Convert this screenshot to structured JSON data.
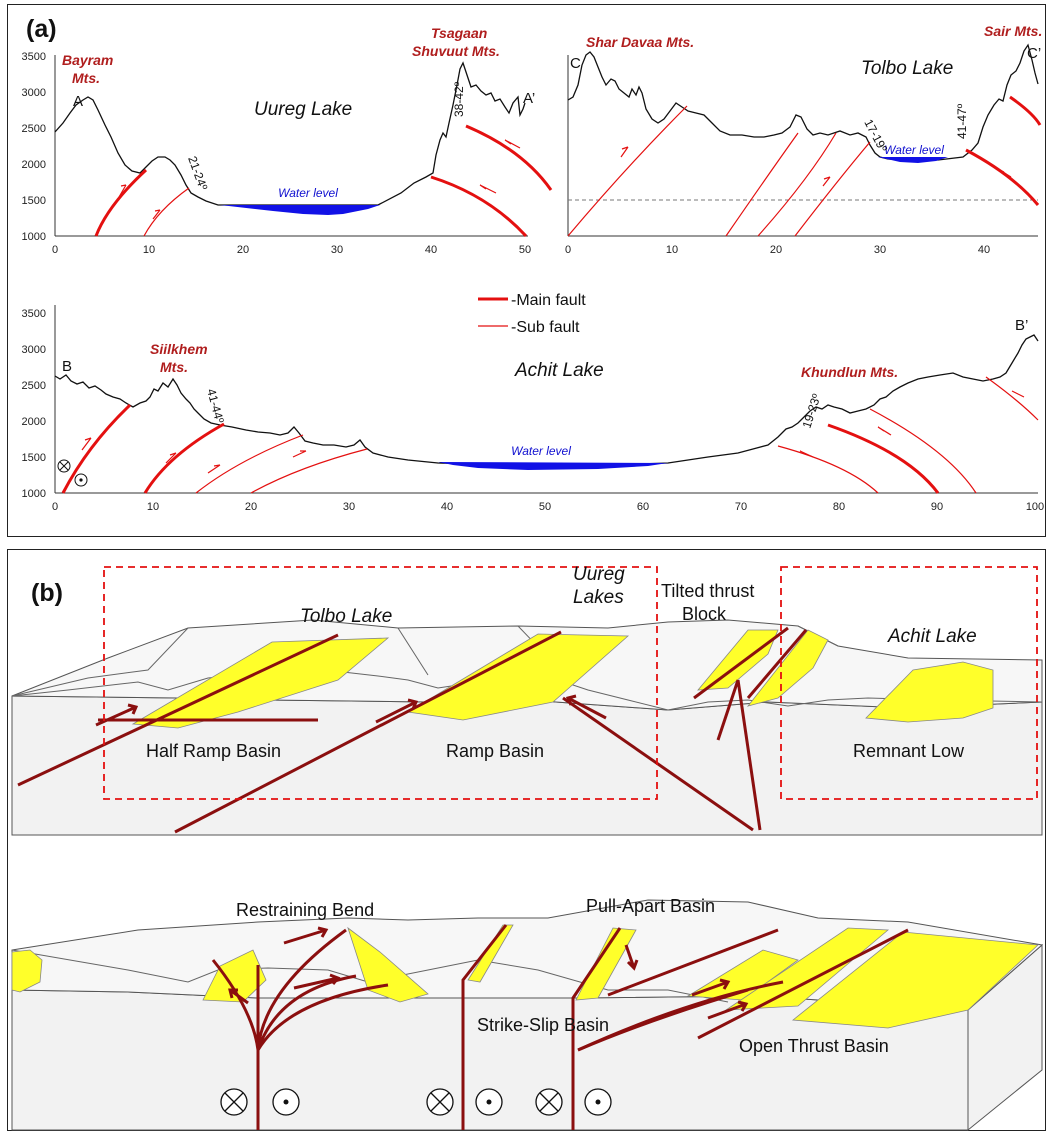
{
  "panel_a": {
    "label": "(a)",
    "y_ticks": [
      "1000",
      "1500",
      "2000",
      "2500",
      "3000",
      "3500"
    ],
    "profile_aa": {
      "lake": "Uureg Lake",
      "start_label": "A",
      "end_label": "A’",
      "mts_left_1": "Bayram",
      "mts_left_2": "Mts.",
      "mts_right_1": "Tsagaan",
      "mts_right_2": "Shuvuut Mts.",
      "water": "Water level",
      "angle_left": "21-24º",
      "angle_right": "38-42º",
      "x_ticks": [
        "0",
        "10",
        "20",
        "30",
        "40",
        "50"
      ]
    },
    "profile_cc": {
      "lake": "Tolbo Lake",
      "start_label": "C",
      "end_label": "C’",
      "mts_left": "Shar Davaa Mts.",
      "mts_right": "Sair Mts.",
      "water": "Water level",
      "angle_left": "17-19º",
      "angle_right": "41-47º",
      "x_ticks": [
        "0",
        "10",
        "20",
        "30",
        "40"
      ]
    },
    "profile_bb": {
      "lake": "Achit Lake",
      "start_label": "B",
      "end_label": "B’",
      "mts_left_1": "Siilkhem",
      "mts_left_2": "Mts.",
      "mts_right": "Khundlun Mts.",
      "water": "Water level",
      "angle_left": "41-44º",
      "angle_right": "19-23º",
      "x_ticks": [
        "0",
        "10",
        "20",
        "30",
        "40",
        "50",
        "60",
        "70",
        "80",
        "90",
        "100"
      ]
    },
    "legend": {
      "main": "-Main fault",
      "sub": "-Sub fault"
    }
  },
  "panel_b": {
    "label": "(b)",
    "tolbo": "Tolbo Lake",
    "uureg_1": "Uureg",
    "uureg_2": "Lakes",
    "tilted_1": "Tilted thrust",
    "tilted_2": "Block",
    "achit": "Achit Lake",
    "half_ramp": "Half Ramp Basin",
    "ramp": "Ramp Basin",
    "remnant": "Remnant Low",
    "restraining": "Restraining Bend",
    "pull_apart": "Pull-Apart Basin",
    "strike_slip": "Strike-Slip Basin",
    "open_thrust": "Open Thrust Basin"
  }
}
